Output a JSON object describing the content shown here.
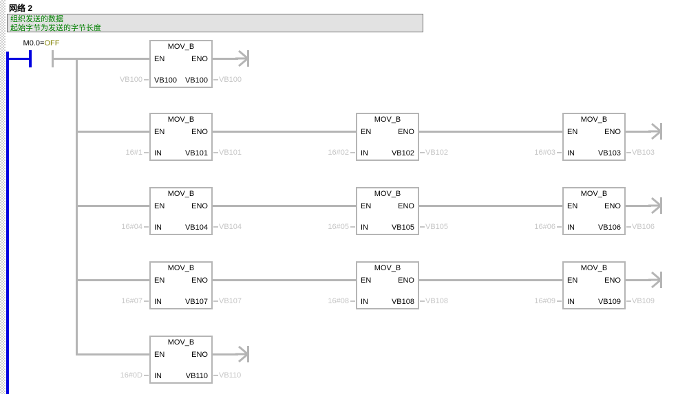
{
  "network": {
    "title": "网络 2",
    "comments": [
      "组织发送的数据",
      "起始字节为发送的字节长度"
    ]
  },
  "contact": {
    "address": "M0.0=",
    "state": "OFF"
  },
  "blocks": [
    {
      "row": 0,
      "col": 0,
      "title": "MOV_B",
      "en": "EN",
      "eno": "ENO",
      "in_label": "VB100",
      "out_label": "VB100",
      "in_operand": "VB100",
      "out_operand": "VB100"
    },
    {
      "row": 1,
      "col": 0,
      "title": "MOV_B",
      "en": "EN",
      "eno": "ENO",
      "in_label": "IN",
      "out_label": "VB101",
      "in_operand": "16#1",
      "out_operand": "VB101"
    },
    {
      "row": 1,
      "col": 1,
      "title": "MOV_B",
      "en": "EN",
      "eno": "ENO",
      "in_label": "IN",
      "out_label": "VB102",
      "in_operand": "16#02",
      "out_operand": "VB102"
    },
    {
      "row": 1,
      "col": 2,
      "title": "MOV_B",
      "en": "EN",
      "eno": "ENO",
      "in_label": "IN",
      "out_label": "VB103",
      "in_operand": "16#03",
      "out_operand": "VB103"
    },
    {
      "row": 2,
      "col": 0,
      "title": "MOV_B",
      "en": "EN",
      "eno": "ENO",
      "in_label": "IN",
      "out_label": "VB104",
      "in_operand": "16#04",
      "out_operand": "VB104"
    },
    {
      "row": 2,
      "col": 1,
      "title": "MOV_B",
      "en": "EN",
      "eno": "ENO",
      "in_label": "IN",
      "out_label": "VB105",
      "in_operand": "16#05",
      "out_operand": "VB105"
    },
    {
      "row": 2,
      "col": 2,
      "title": "MOV_B",
      "en": "EN",
      "eno": "ENO",
      "in_label": "IN",
      "out_label": "VB106",
      "in_operand": "16#06",
      "out_operand": "VB106"
    },
    {
      "row": 3,
      "col": 0,
      "title": "MOV_B",
      "en": "EN",
      "eno": "ENO",
      "in_label": "IN",
      "out_label": "VB107",
      "in_operand": "16#07",
      "out_operand": "VB107"
    },
    {
      "row": 3,
      "col": 1,
      "title": "MOV_B",
      "en": "EN",
      "eno": "ENO",
      "in_label": "IN",
      "out_label": "VB108",
      "in_operand": "16#08",
      "out_operand": "VB108"
    },
    {
      "row": 3,
      "col": 2,
      "title": "MOV_B",
      "en": "EN",
      "eno": "ENO",
      "in_label": "IN",
      "out_label": "VB109",
      "in_operand": "16#09",
      "out_operand": "VB109"
    },
    {
      "row": 4,
      "col": 0,
      "title": "MOV_B",
      "en": "EN",
      "eno": "ENO",
      "in_label": "IN",
      "out_label": "VB110",
      "in_operand": "16#0D",
      "out_operand": "VB110"
    }
  ],
  "colors": {
    "rail_blue": "#0000e0",
    "wire_gray": "#b5b5b5",
    "operand_gray": "#c6c6c6",
    "comment_green": "#008000",
    "state_olive": "#808000",
    "comment_bg": "#e2e2e2",
    "comment_border": "#707070"
  }
}
